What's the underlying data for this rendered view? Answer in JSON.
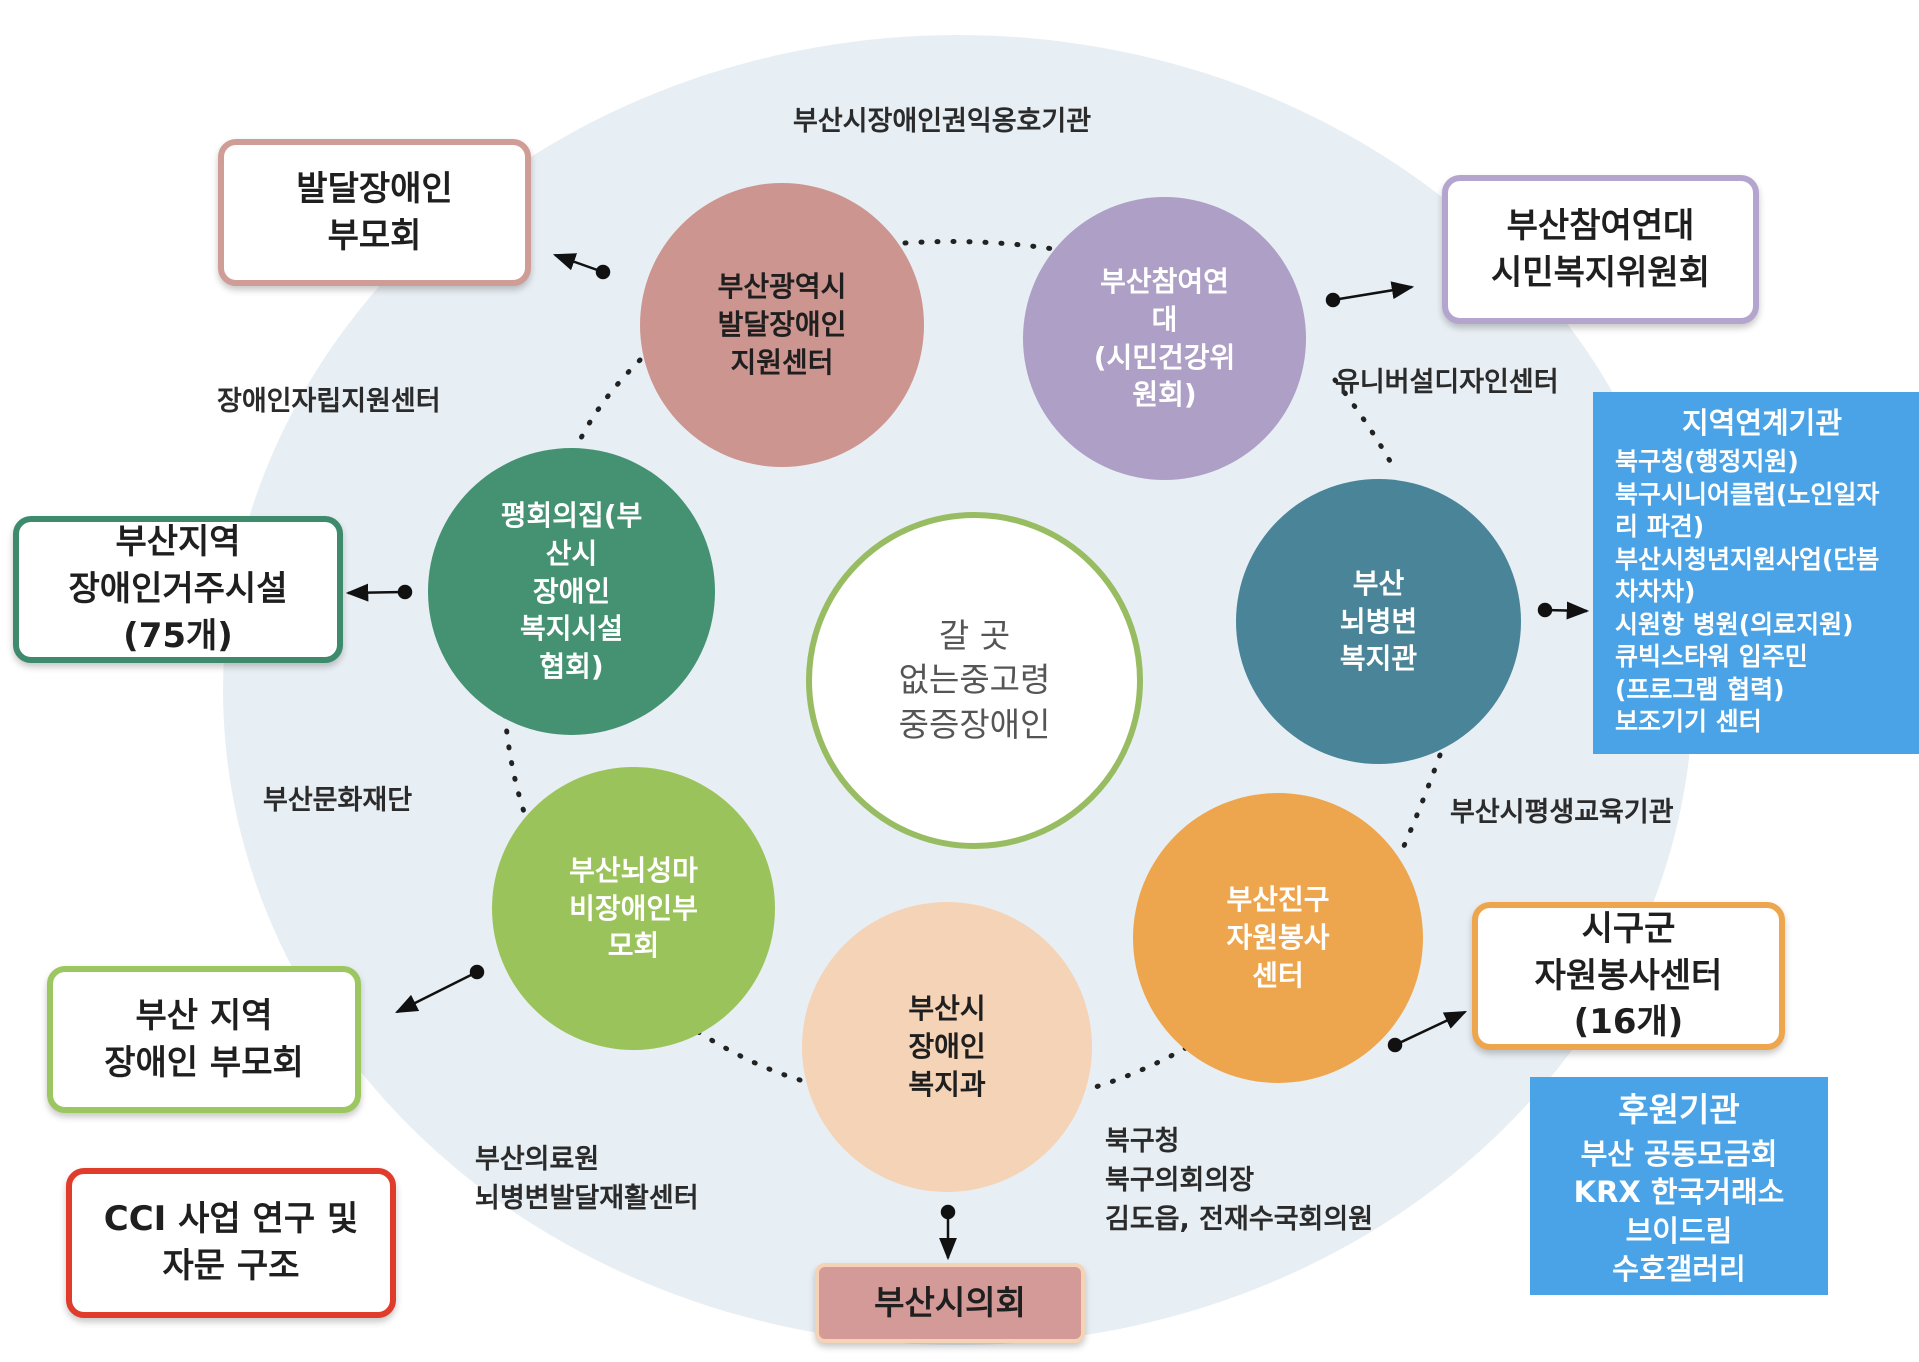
{
  "center": {
    "text": "갈 곳\n없는중고령\n중증장애인"
  },
  "circles": [
    {
      "id": "dev-support-center",
      "text": "부산광역시\n발달장애인\n지원센터",
      "color": "#cd9590"
    },
    {
      "id": "civil-health",
      "text": "부산참여연\n대\n(시민건강위\n원회)",
      "color": "#ad9fc5"
    },
    {
      "id": "brain-welfare",
      "text": "부산\n뇌병변\n복지관",
      "color": "#4a8498"
    },
    {
      "id": "busanjin-volunteer",
      "text": "부산진구\n자원봉사\n센터",
      "color": "#eea64e"
    },
    {
      "id": "city-welfare-dept",
      "text": "부산시\n장애인\n복지과",
      "color": "#f5d3b6"
    },
    {
      "id": "cerebral-palsy-parents",
      "text": "부산뇌성마\n비장애인부\n모회",
      "color": "#9bc35b"
    },
    {
      "id": "facility-assoc",
      "text": "평회의집(부\n산시\n장애인\n복지시설\n협회)",
      "color": "#459273"
    }
  ],
  "labels": {
    "rights_agency": "부산시장애인권익옹호기관",
    "independent_living": "장애인자립지원센터",
    "universal_design": "유니버설디자인센터",
    "culture_foundation": "부산문화재단",
    "lifelong_education": "부산시평생교육기관",
    "medical_center": "부산의료원\n뇌병변발달재활센터",
    "bukgu": "북구청\n북구의회의장\n김도읍, 전재수국회의원"
  },
  "boxes": {
    "dev_parents": {
      "text": "발달장애인\n부모회",
      "color": "#cf9c96"
    },
    "civil_committee": {
      "text": "부산참여연대\n시민복지위원회",
      "color": "#b3a5cd"
    },
    "residential": {
      "text": "부산지역\n장애인거주시설\n(75개)",
      "color": "#3e8a6d"
    },
    "regional_parents": {
      "text": "부산 지역\n장애인 부모회",
      "color": "#9cc760"
    },
    "volunteer_centers": {
      "text": "시구군\n자원봉사센터\n(16개)",
      "color": "#eea64e"
    },
    "cci": {
      "text": "CCI 사업 연구 및\n자문 구조",
      "color": "#e03c2b"
    },
    "city_council": {
      "text": "부산시의회"
    }
  },
  "regional_agencies": {
    "title": "지역연계기관",
    "items": [
      "북구청(행정지원)",
      "북구시니어클럽(노인일자\n리 파견)",
      "부산시청년지원사업(단봄\n차차차)",
      "시원항 병원(의료지원)",
      "큐빅스타워 입주민\n(프로그램 협력)",
      "보조기기 센터"
    ]
  },
  "sponsors": {
    "title": "후원기관",
    "items": [
      "부산 공동모금회",
      "KRX 한국거래소",
      "브이드림",
      "수호갤러리"
    ]
  },
  "colors": {
    "background_circle": "#e8eff4",
    "center_border": "#98bc62",
    "blue_box": "#4aa3e6",
    "council_fill": "#d49a98"
  }
}
